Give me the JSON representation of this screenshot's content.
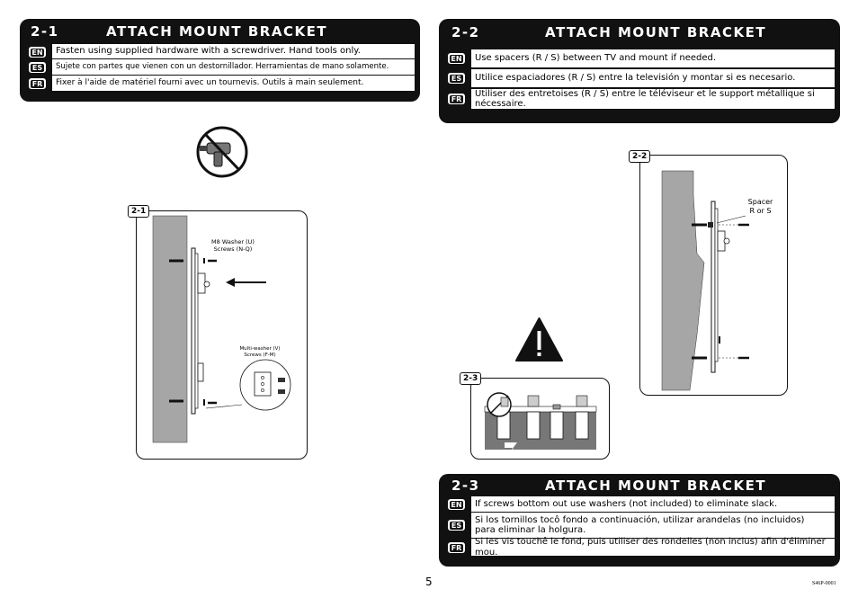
{
  "sections": [
    {
      "num": "2-1",
      "title": "ATTACH MOUNT BRACKET",
      "rows": [
        {
          "lang": "EN",
          "text": "Fasten using supplied hardware with a screwdriver.   Hand tools only."
        },
        {
          "lang": "ES",
          "text": "Sujete con partes que vienen con un destornillador. Herramientas de mano solamente."
        },
        {
          "lang": "FR",
          "text": "Fixer à l'aide de matériel fourni avec un tournevis. Outils à main seulement."
        }
      ]
    },
    {
      "num": "2-2",
      "title": "ATTACH MOUNT BRACKET",
      "rows": [
        {
          "lang": "EN",
          "text": "Use spacers (R / S) between TV and mount if needed."
        },
        {
          "lang": "ES",
          "text": "Utilice espaciadores (R / S) entre la televisión y montar si es necesario."
        },
        {
          "lang": "FR",
          "text": "Utiliser des entretoises (R / S) entre le téléviseur et le support métallique si nécessaire."
        }
      ]
    },
    {
      "num": "2-3",
      "title": "ATTACH MOUNT BRACKET",
      "rows": [
        {
          "lang": "EN",
          "text": "If screws bottom out use washers (not included) to eliminate slack."
        },
        {
          "lang": "ES",
          "text": "Si los tornillos tocô fondo a continuación, utilizar arandelas (no incluidos) para eliminar la holgura."
        },
        {
          "lang": "FR",
          "text": "Si les vis touchê le fond, puis utiliser des rondelles (non inclus) afin d'éliminer mou."
        }
      ]
    }
  ],
  "figures": {
    "fig21": {
      "tag": "2-1",
      "label_top_line1": "M8 Washer (U)",
      "label_top_line2": "Screws (N-Q)",
      "label_bottom_line1": "Multi-washer (V)",
      "label_bottom_line2": "Screws (F-M)"
    },
    "fig22": {
      "tag": "2-2",
      "spacer_line1": "Spacer",
      "spacer_line2": "R or S"
    },
    "fig23": {
      "tag": "2-3"
    }
  },
  "footer": {
    "page_number": "5",
    "code": "S46P-0001"
  }
}
